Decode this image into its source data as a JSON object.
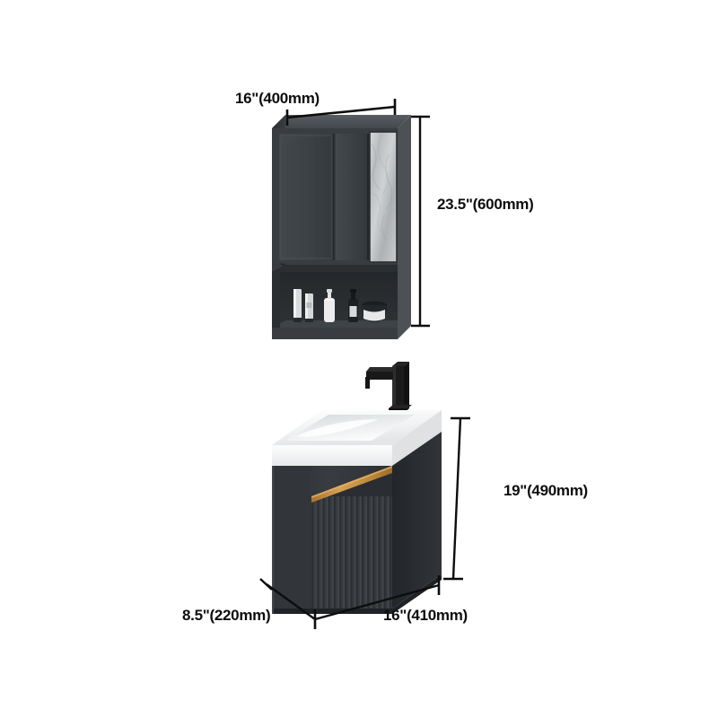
{
  "diagram": {
    "type": "product-dimension-diagram",
    "background_color": "#ffffff",
    "title_visible": false,
    "products": [
      {
        "name": "wall-mounted-mirror-cabinet",
        "body_color": "#3c4044",
        "mirror_panel_color": "#bfc2c4",
        "features": [
          "two-door-cabinet",
          "mirror-panel",
          "open-bottom-shelf"
        ],
        "shelf_items": [
          "tube-bottle-tall",
          "tube-bottle-short",
          "pump-bottle-white",
          "dropper-bottle-dark",
          "round-jar-dark"
        ]
      },
      {
        "name": "wall-mounted-vanity-unit",
        "basin_color": "#f3f4f5",
        "cabinet_color": "#35393d",
        "handle_color": "#c8903f",
        "faucet_color": "#171717",
        "features": [
          "ceramic-basin",
          "square-black-faucet",
          "fluted-door",
          "gold-handle-strip"
        ]
      }
    ]
  },
  "dimensions": {
    "cabinet_width": {
      "id": "cab-width",
      "imperial": "16\"",
      "metric": "(400mm)",
      "text": "16\"(400mm)",
      "applies_to": "mirror-cabinet",
      "axis": "width"
    },
    "cabinet_height": {
      "id": "cab-height",
      "imperial": "23.5\"",
      "metric": "(600mm)",
      "text": "23.5\"(600mm)",
      "applies_to": "mirror-cabinet",
      "axis": "height"
    },
    "vanity_height": {
      "id": "van-height",
      "imperial": "19\"",
      "metric": "(490mm)",
      "text": "19\"(490mm)",
      "applies_to": "vanity-unit",
      "axis": "height"
    },
    "vanity_depth": {
      "id": "van-depth",
      "imperial": "8.5\"",
      "metric": "(220mm)",
      "text": "8.5\"(220mm)",
      "applies_to": "vanity-unit",
      "axis": "depth"
    },
    "vanity_width": {
      "id": "van-width",
      "imperial": "16\"",
      "metric": "(410mm)",
      "text": "16\"(410mm)",
      "applies_to": "vanity-unit",
      "axis": "width"
    }
  },
  "colors": {
    "line": "#0d0d0d",
    "text": "#0d0d0d",
    "cabinet_dark": "#3c4044",
    "cabinet_dark_side": "#2d3135",
    "cabinet_top": "#4a4f54",
    "mirror_light": "#c3c6c8",
    "basin_white": "#f4f5f6",
    "handle_gold": "#c8903f",
    "faucet_black": "#171717"
  }
}
